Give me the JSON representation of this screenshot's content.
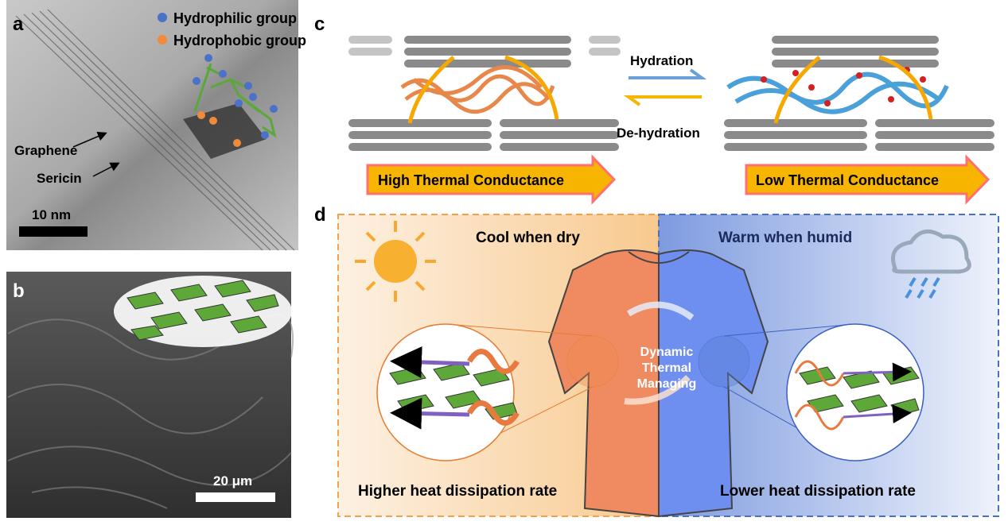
{
  "panel_a": {
    "label": "a",
    "legend": [
      {
        "text": "Hydrophilic group",
        "color": "#4a72c8"
      },
      {
        "text": "Hydrophobic group",
        "color": "#f08a3c"
      }
    ],
    "annotations": {
      "graphene": "Graphene",
      "sericin": "Sericin"
    },
    "scale_bar": "10 nm"
  },
  "panel_b": {
    "label": "b",
    "scale_bar": "20 μm"
  },
  "panel_c": {
    "label": "c",
    "hydration": "Hydration",
    "dehydration": "De-hydration",
    "high": "High Thermal Conductance",
    "low": "Low Thermal Conductance"
  },
  "panel_d": {
    "label": "d",
    "cool": "Cool when dry",
    "warm": "Warm when humid",
    "center_line1": "Dynamic",
    "center_line2": "Thermal",
    "center_line3": "Managing",
    "higher": "Higher heat dissipation rate",
    "lower": "Lower heat dissipation rate"
  },
  "colors": {
    "orange": "#f5a04a",
    "blue": "#5a7fd6",
    "arrow": "#f7b500"
  }
}
